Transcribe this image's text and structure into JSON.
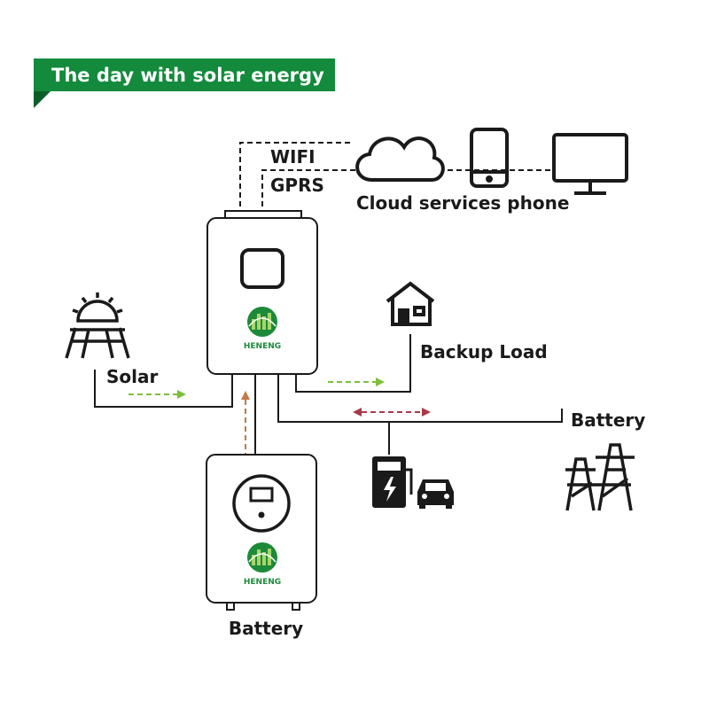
{
  "banner": {
    "title": "The day with solar energy"
  },
  "labels": {
    "wifi": "WIFI",
    "gprs": "GPRS",
    "cloud": "Cloud services phone",
    "backup": "Backup Load",
    "solar": "Solar",
    "grid": "Battery",
    "battery": "Battery"
  },
  "brand": {
    "inverter": "HENENG",
    "battery": "HENENG"
  },
  "colors": {
    "banner": "#138a3c",
    "banner_fold": "#0b5e27",
    "solar_arrow": "#7cbf3c",
    "battery_arrow": "#c07a4a",
    "grid_arrow": "#a83a4a",
    "line": "#1a1a1a",
    "brand_green": "#1d8a3a",
    "logo_light": "#a8d56b"
  },
  "icons": [
    "cloud-icon",
    "phone-icon",
    "monitor-icon",
    "sun-icon",
    "solar-panel-icon",
    "house-icon",
    "ev-charger-icon",
    "car-icon",
    "power-tower-icon"
  ]
}
